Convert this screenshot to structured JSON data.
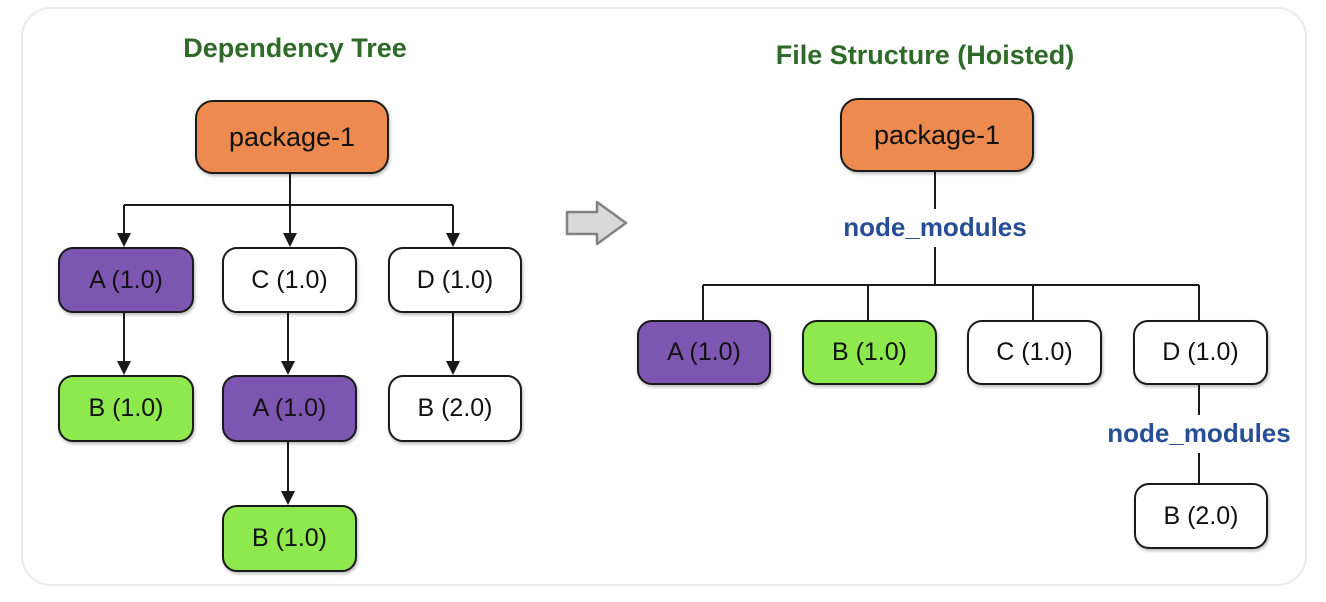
{
  "colors": {
    "orange": "#ED8A4F",
    "purple": "#7D56B2",
    "green": "#8DE94E",
    "white": "#FFFFFF",
    "title_green": "#2F6B28",
    "folder_blue": "#274F96",
    "line_black": "#1A1A1A",
    "block_arrow_fill": "#D9D9D9",
    "block_arrow_stroke": "#828282",
    "card_border": "#EBEBEB"
  },
  "left_diagram": {
    "title": "Dependency Tree",
    "nodes": {
      "root": {
        "label": "package-1",
        "variant": "orange"
      },
      "a1": {
        "label": "A (1.0)",
        "variant": "purple"
      },
      "c1": {
        "label": "C (1.0)",
        "variant": "white"
      },
      "d1": {
        "label": "D (1.0)",
        "variant": "white"
      },
      "b1": {
        "label": "B (1.0)",
        "variant": "green"
      },
      "a2": {
        "label": "A (1.0)",
        "variant": "purple"
      },
      "b2": {
        "label": "B (2.0)",
        "variant": "white"
      },
      "b3": {
        "label": "B (1.0)",
        "variant": "green"
      }
    }
  },
  "right_diagram": {
    "title": "File Structure (Hoisted)",
    "folder1": "node_modules",
    "folder2": "node_modules",
    "nodes": {
      "root": {
        "label": "package-1",
        "variant": "orange"
      },
      "a": {
        "label": "A (1.0)",
        "variant": "purple"
      },
      "b": {
        "label": "B (1.0)",
        "variant": "green"
      },
      "c": {
        "label": "C (1.0)",
        "variant": "white"
      },
      "d": {
        "label": "D (1.0)",
        "variant": "white"
      },
      "b2": {
        "label": "B (2.0)",
        "variant": "white"
      }
    }
  }
}
